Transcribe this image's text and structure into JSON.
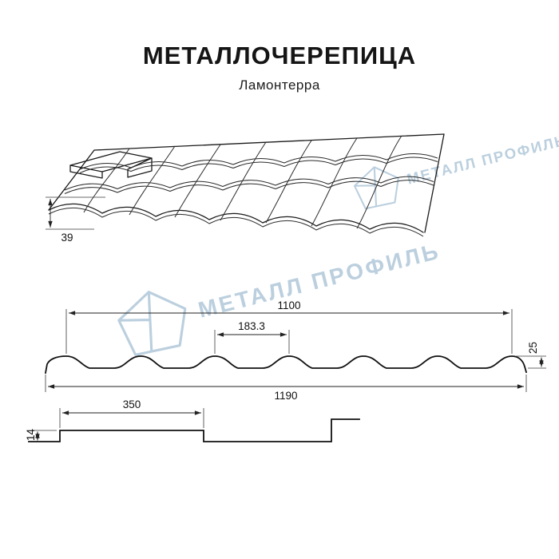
{
  "page": {
    "title": "МЕТАЛЛОЧЕРЕПИЦА",
    "subtitle": "Ламонтерра"
  },
  "watermark": {
    "text": "МЕТАЛЛ ПРОФИЛЬ",
    "color": "#8fb0c9"
  },
  "drawing": {
    "line_color": "#1a1a1a",
    "perspective": {
      "overhang_mm": "39"
    },
    "cross_section": {
      "cover_width_mm": "1100",
      "wave_pitch_mm": "183.3",
      "profile_height_mm": "25",
      "full_width_mm": "1190"
    },
    "side_profile": {
      "step_length_mm": "350",
      "step_height_mm": "14"
    }
  }
}
